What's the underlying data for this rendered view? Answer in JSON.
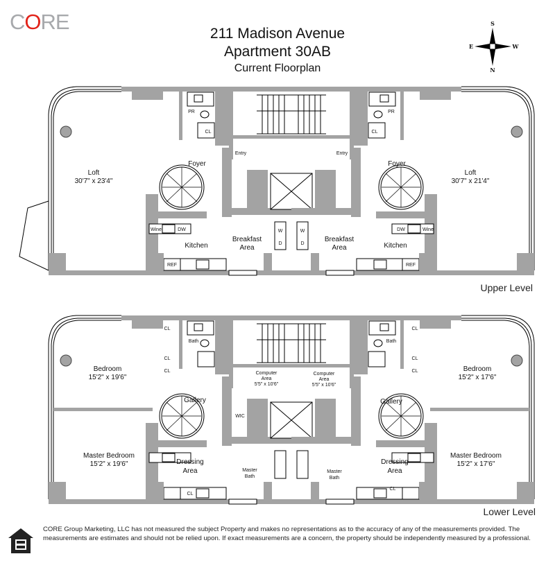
{
  "logo": {
    "text_c": "C",
    "text_o": "O",
    "text_re": "RE",
    "accent": "#e2231a",
    "gray": "#a7a9ac"
  },
  "header": {
    "address": "211 Madison Avenue",
    "unit": "Apartment 30AB",
    "subtitle": "Current Floorplan"
  },
  "compass": {
    "n": "N",
    "s": "S",
    "e": "E",
    "w": "W"
  },
  "upper": {
    "level_label": "Upper Level",
    "left": {
      "loft": "Loft",
      "loft_dim": "30'7\" x 23'4\"",
      "foyer": "Foyer",
      "entry": "Entry",
      "pr": "PR",
      "cl": "CL",
      "kitchen": "Kitchen",
      "breakfast1": "Breakfast",
      "breakfast2": "Area",
      "wine": "Wine",
      "dw": "DW",
      "ref": "REF",
      "w": "W",
      "d": "D"
    },
    "right": {
      "loft": "Loft",
      "loft_dim": "30'7\" x 21'4\"",
      "foyer": "Foyer",
      "entry": "Entry",
      "pr": "PR",
      "cl": "CL",
      "kitchen": "Kitchen",
      "breakfast1": "Breakfast",
      "breakfast2": "Area",
      "wine": "Wine",
      "dw": "DW",
      "ref": "REF",
      "w": "W",
      "d": "D"
    }
  },
  "lower": {
    "level_label": "Lower Level",
    "left": {
      "bedroom": "Bedroom",
      "bedroom_dim": "15'2\" x 19'6\"",
      "master": "Master Bedroom",
      "master_dim": "15'2\" x 19'6\"",
      "gallery": "Gallery",
      "dressing1": "Dressing",
      "dressing2": "Area",
      "bath": "Bath",
      "cl": "CL",
      "wic": "WIC",
      "computer1": "Computer",
      "computer2": "Area",
      "computer_dim": "5'5\" x 10'6\"",
      "mbath1": "Master",
      "mbath2": "Bath"
    },
    "right": {
      "bedroom": "Bedroom",
      "bedroom_dim": "15'2\" x 17'6\"",
      "master": "Master Bedroom",
      "master_dim": "15'2\" x 17'6\"",
      "gallery": "Gallery",
      "dressing1": "Dressing",
      "dressing2": "Area",
      "bath": "Bath",
      "cl": "CL",
      "computer1": "Computer",
      "computer2": "Area",
      "computer_dim": "5'5\" x 10'6\"",
      "mbath1": "Master",
      "mbath2": "Bath"
    }
  },
  "footer": {
    "disclaimer": "CORE Group Marketing, LLC has not measured the subject Property and makes no representations as to the accuracy of any of the measurements provided. The measurements are estimates and should not be relied upon. If exact measurements are a concern, the property should be independently measured by a professional.",
    "icon": "equal-housing-opportunity-icon"
  }
}
